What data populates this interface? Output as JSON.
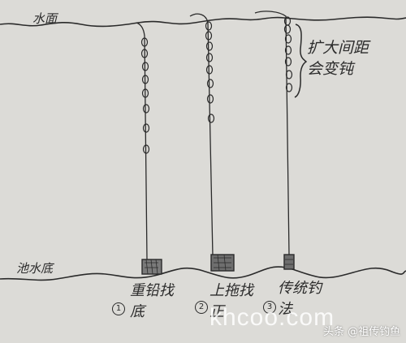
{
  "labels": {
    "water_surface": "水面",
    "spacing_note": "扩大间距会变钝",
    "water_bottom": "池水底"
  },
  "rigs": [
    {
      "number": "1",
      "caption": "重铅找底"
    },
    {
      "number": "2",
      "caption": "上拖找正"
    },
    {
      "number": "3",
      "caption": "传统钓法"
    }
  ],
  "watermark": "khcoo.com",
  "credit": "头条 @祖传钓鱼"
}
